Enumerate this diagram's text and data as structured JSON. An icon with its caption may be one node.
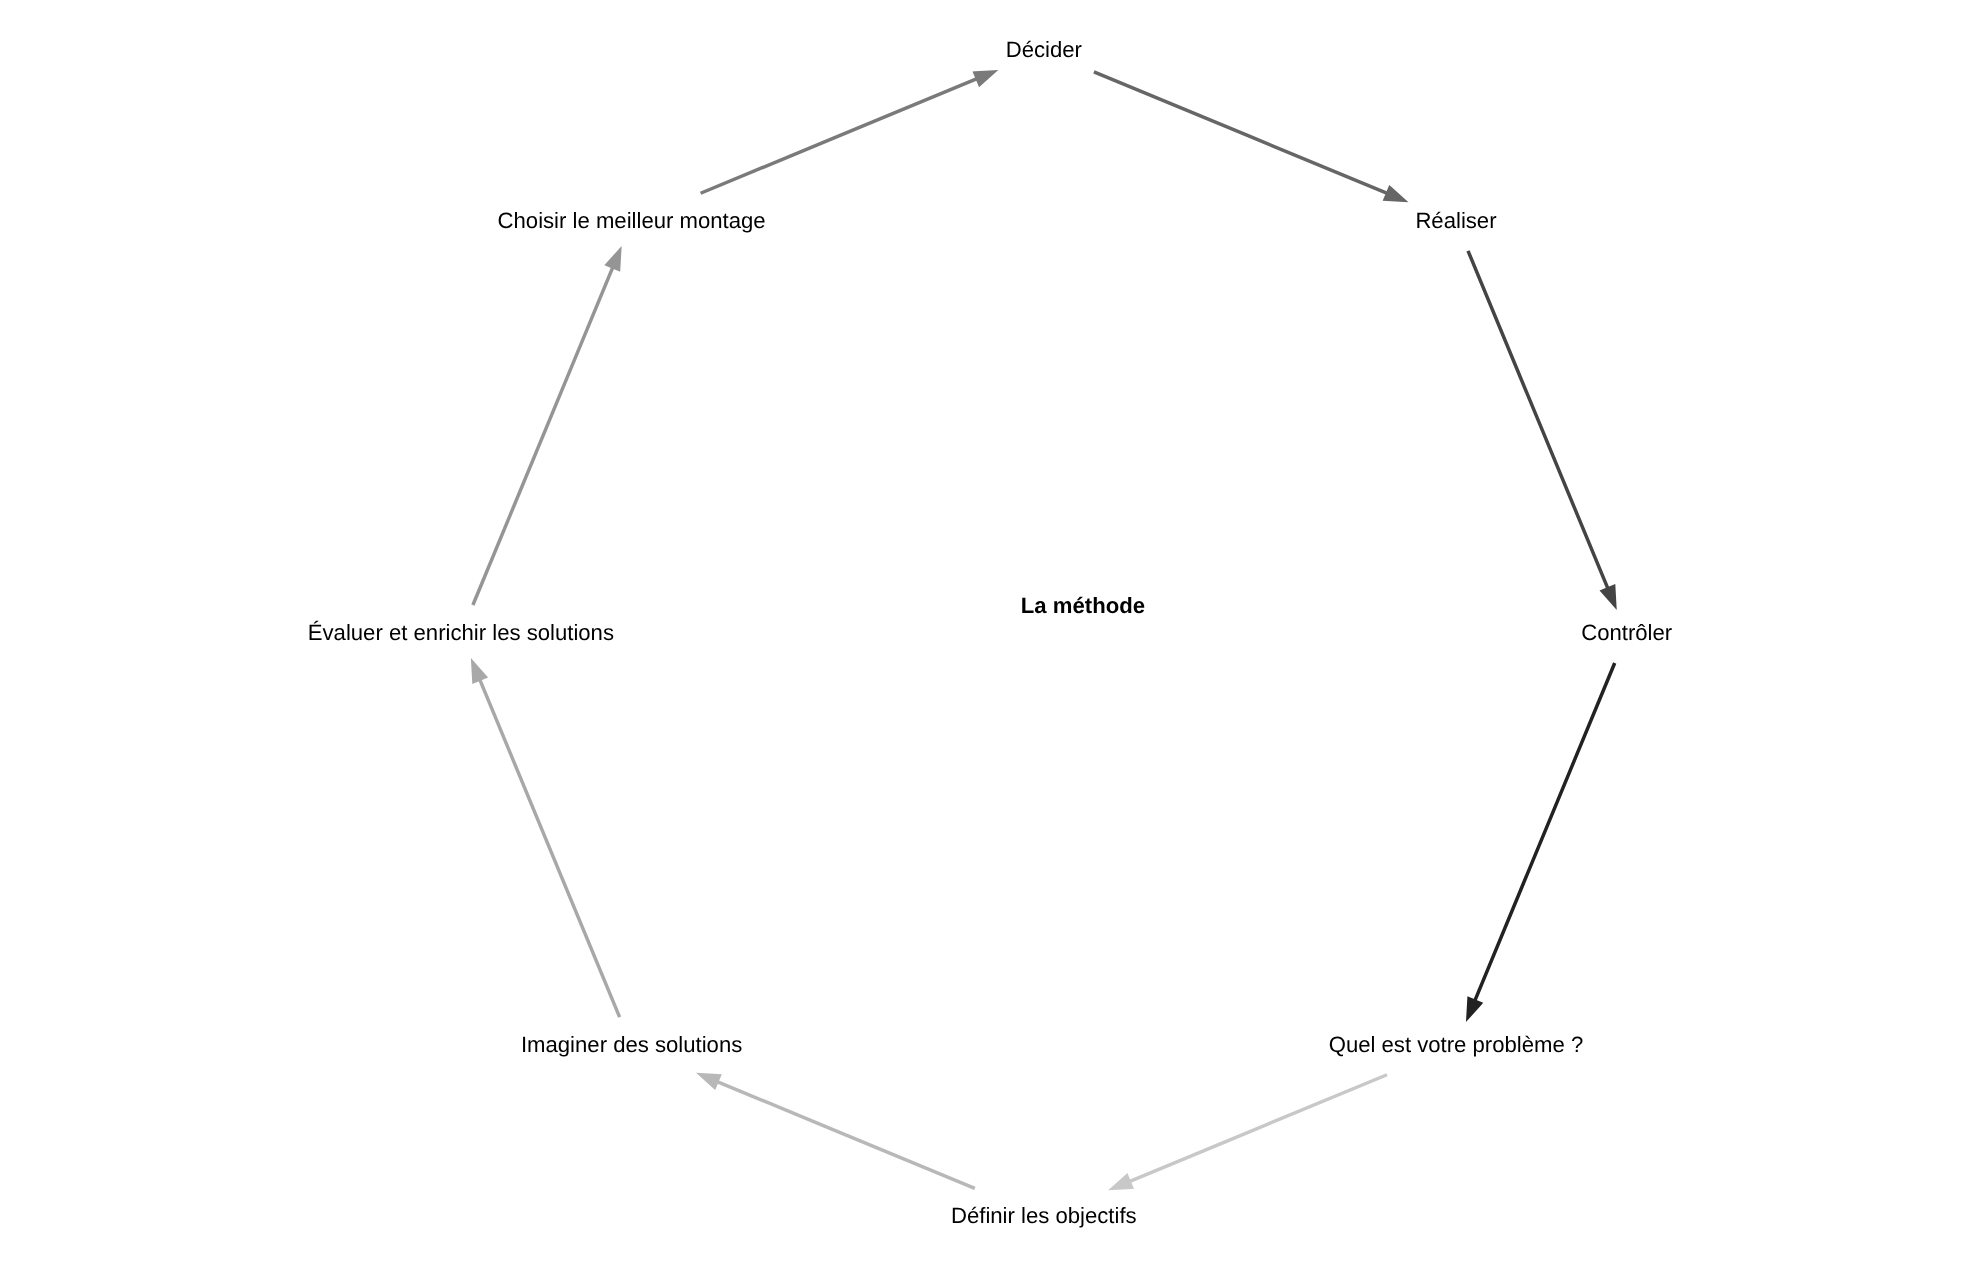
{
  "diagram": {
    "nodes": [
      {
        "text": [
          "Quel est votre problème ?"
        ]
      },
      {
        "text": [
          "Définir les objectifs"
        ]
      },
      {
        "text": [
          "Imaginer des solutions"
        ]
      },
      {
        "text": [
          "Évaluer et enrichir les solutions"
        ]
      },
      {
        "text": [
          "Choisir le meilleur montage"
        ]
      },
      {
        "text": [
          "Décider"
        ]
      },
      {
        "text": [
          "Réaliser"
        ]
      },
      {
        "text": [
          "Contrôler"
        ]
      }
    ],
    "edges": [
      {
        "from": 0,
        "to": 1,
        "arrow": "to",
        "color": "#c8c8c8"
      },
      {
        "from": 1,
        "to": 2,
        "arrow": "to",
        "color": "#b8b8b8"
      },
      {
        "from": 2,
        "to": 3,
        "arrow": "to",
        "color": "#a8a8a8"
      },
      {
        "from": 3,
        "to": 4,
        "arrow": "to",
        "color": "#959595"
      },
      {
        "from": 4,
        "to": 5,
        "arrow": "to",
        "color": "#7a7a7a"
      },
      {
        "from": 5,
        "to": 6,
        "arrow": "to",
        "color": "#666666"
      },
      {
        "from": 6,
        "to": 7,
        "arrow": "to",
        "color": "#444444"
      },
      {
        "from": 7,
        "to": 0,
        "arrow": "to",
        "color": "#222222"
      }
    ],
    "labels": [
      "La méthode"
    ]
  }
}
